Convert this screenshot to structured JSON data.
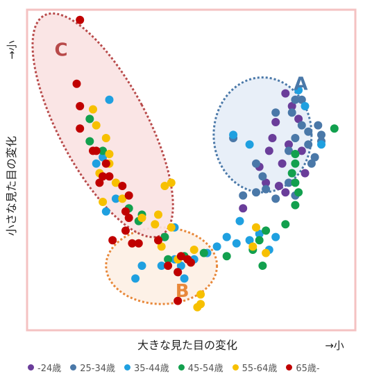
{
  "chart_data": {
    "type": "scatter",
    "title": "",
    "xlabel": "大きな見た目の変化",
    "ylabel": "小さな見た目の変化",
    "x_arrow": "→小",
    "y_arrow": "→小",
    "xlim": [
      0,
      100
    ],
    "ylim": [
      0,
      100
    ],
    "grid": false,
    "legend_position": "bottom",
    "frame_color": "#f4c2c2",
    "clusters": [
      {
        "label": "A",
        "color": "#4a78a8",
        "fill": "#e6edf7",
        "cx": 72,
        "cy": 61,
        "rx": 15,
        "ry": 18
      },
      {
        "label": "B",
        "color": "#e8883a",
        "fill": "#fdf0e4",
        "cx": 41,
        "cy": 20,
        "rx": 17,
        "ry": 12
      },
      {
        "label": "C",
        "color": "#b84a4a",
        "fill": "#f9e2e2",
        "cx": 23,
        "cy": 64,
        "rx": 13.5,
        "ry": 39,
        "rotation": -28
      }
    ],
    "series": [
      {
        "name": "-24歳",
        "color": "#6a3d9a",
        "points": [
          [
            79,
            74
          ],
          [
            81,
            70
          ],
          [
            83,
            66
          ],
          [
            76,
            65
          ],
          [
            80,
            58
          ],
          [
            84,
            56
          ],
          [
            74,
            56
          ],
          [
            71,
            51
          ],
          [
            78,
            52
          ],
          [
            85,
            49
          ],
          [
            77,
            45
          ],
          [
            73,
            46
          ],
          [
            66,
            38
          ],
          [
            79,
            43
          ],
          [
            75,
            60
          ]
        ]
      },
      {
        "name": "25-34歳",
        "color": "#4a78a8",
        "points": [
          [
            82,
            72
          ],
          [
            84,
            72
          ],
          [
            81,
            68
          ],
          [
            76,
            68
          ],
          [
            84,
            64
          ],
          [
            90,
            61
          ],
          [
            89,
            64
          ],
          [
            82,
            60
          ],
          [
            80,
            56
          ],
          [
            86,
            58
          ],
          [
            88,
            54
          ],
          [
            90,
            59
          ],
          [
            87,
            52
          ],
          [
            72,
            48
          ],
          [
            70,
            52
          ],
          [
            70,
            43
          ],
          [
            66,
            42
          ],
          [
            73,
            44
          ],
          [
            80,
            46
          ],
          [
            82,
            42
          ],
          [
            76,
            41
          ],
          [
            63,
            60
          ],
          [
            86,
            62
          ]
        ]
      },
      {
        "name": "35-44歳",
        "color": "#1fa0e0",
        "points": [
          [
            83,
            75
          ],
          [
            68,
            58
          ],
          [
            63,
            61
          ],
          [
            90,
            58
          ],
          [
            85,
            70
          ],
          [
            25,
            72
          ],
          [
            23,
            54
          ],
          [
            21,
            52
          ],
          [
            27,
            41
          ],
          [
            24,
            37
          ],
          [
            65,
            34
          ],
          [
            61,
            29
          ],
          [
            64,
            27
          ],
          [
            68,
            28
          ],
          [
            71,
            30
          ],
          [
            58,
            26
          ],
          [
            74,
            25
          ],
          [
            76,
            29
          ],
          [
            55,
            24
          ],
          [
            45,
            32
          ],
          [
            42,
            29
          ],
          [
            45,
            22
          ],
          [
            47,
            20
          ],
          [
            51,
            22
          ],
          [
            41,
            20
          ],
          [
            48,
            16
          ],
          [
            35,
            20
          ],
          [
            33,
            16
          ],
          [
            46,
            18
          ]
        ]
      },
      {
        "name": "45-54歳",
        "color": "#12a04e",
        "points": [
          [
            94,
            63
          ],
          [
            82,
            55
          ],
          [
            82,
            52
          ],
          [
            81,
            49
          ],
          [
            82,
            46
          ],
          [
            83,
            43
          ],
          [
            82,
            39
          ],
          [
            79,
            33
          ],
          [
            73,
            31
          ],
          [
            71,
            28
          ],
          [
            69,
            25
          ],
          [
            19,
            66
          ],
          [
            19,
            59
          ],
          [
            23,
            56
          ],
          [
            31,
            38
          ],
          [
            34,
            34
          ],
          [
            35,
            36
          ],
          [
            42,
            29
          ],
          [
            48,
            23
          ],
          [
            43,
            22
          ],
          [
            54,
            24
          ],
          [
            61,
            23
          ],
          [
            72,
            20
          ]
        ]
      },
      {
        "name": "55-64歳",
        "color": "#f7c000",
        "points": [
          [
            20,
            69
          ],
          [
            21,
            64
          ],
          [
            24,
            60
          ],
          [
            25,
            55
          ],
          [
            25,
            52
          ],
          [
            22,
            49
          ],
          [
            27,
            46
          ],
          [
            29,
            41
          ],
          [
            23,
            40
          ],
          [
            35,
            35
          ],
          [
            42,
            45
          ],
          [
            44,
            46
          ],
          [
            40,
            36
          ],
          [
            39,
            33
          ],
          [
            44,
            32
          ],
          [
            51,
            25
          ],
          [
            41,
            26
          ],
          [
            46,
            22
          ],
          [
            70,
            32
          ],
          [
            69,
            26
          ],
          [
            73,
            24
          ],
          [
            53,
            11
          ],
          [
            53,
            8
          ],
          [
            52,
            7
          ]
        ]
      },
      {
        "name": "65歳-",
        "color": "#c00000",
        "points": [
          [
            16,
            97
          ],
          [
            15,
            77
          ],
          [
            16,
            70
          ],
          [
            16,
            63
          ],
          [
            20,
            56
          ],
          [
            21,
            56
          ],
          [
            24,
            52
          ],
          [
            23,
            48
          ],
          [
            25,
            48
          ],
          [
            22,
            46
          ],
          [
            29,
            45
          ],
          [
            31,
            42
          ],
          [
            30,
            37
          ],
          [
            31,
            35
          ],
          [
            26,
            28
          ],
          [
            30,
            31
          ],
          [
            32,
            27
          ],
          [
            34,
            27
          ],
          [
            40,
            28
          ],
          [
            47,
            23
          ],
          [
            43,
            20
          ],
          [
            46,
            18
          ],
          [
            49,
            22
          ],
          [
            50,
            21
          ],
          [
            46,
            9
          ]
        ]
      }
    ]
  }
}
